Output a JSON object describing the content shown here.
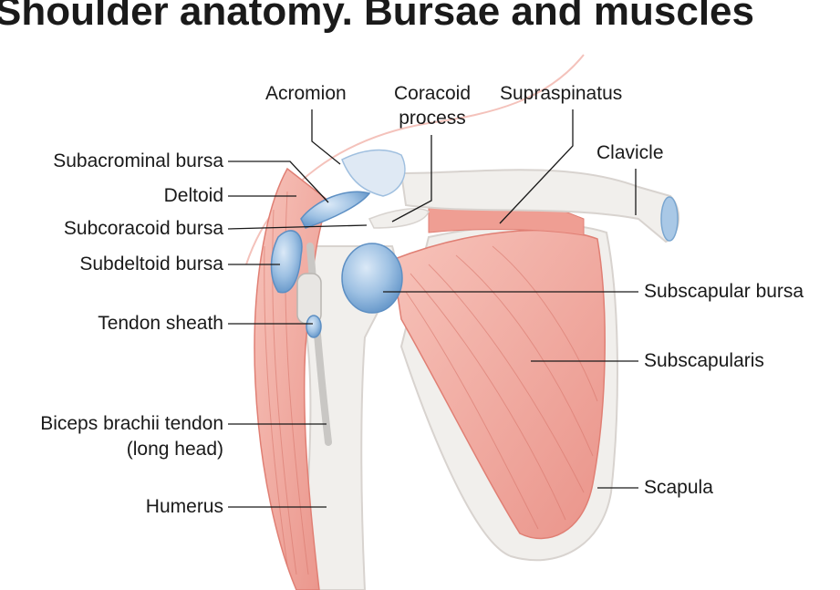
{
  "title": "Shoulder anatomy. Bursae and muscles",
  "colors": {
    "muscle": "#f0a59a",
    "muscle_dark": "#e07f74",
    "bone": "#f1efec",
    "bursa": "#8fb6dd",
    "bursa_dark": "#5d8fc3",
    "line": "#1a1a1a"
  },
  "labels": {
    "acromion": "Acromion",
    "coracoid_line1": "Coracoid",
    "coracoid_line2": "process",
    "supraspinatus": "Supraspinatus",
    "clavicle": "Clavicle",
    "subacromial_bursa": "Subacrominal bursa",
    "deltoid": "Deltoid",
    "subcoracoid_bursa": "Subcoracoid bursa",
    "subdeltoid_bursa": "Subdeltoid bursa",
    "tendon_sheath": "Tendon sheath",
    "biceps_line1": "Biceps brachii tendon",
    "biceps_line2": "(long head)",
    "humerus": "Humerus",
    "subscapular_bursa": "Subscapular bursa",
    "subscapularis": "Subscapularis",
    "scapula": "Scapula"
  }
}
